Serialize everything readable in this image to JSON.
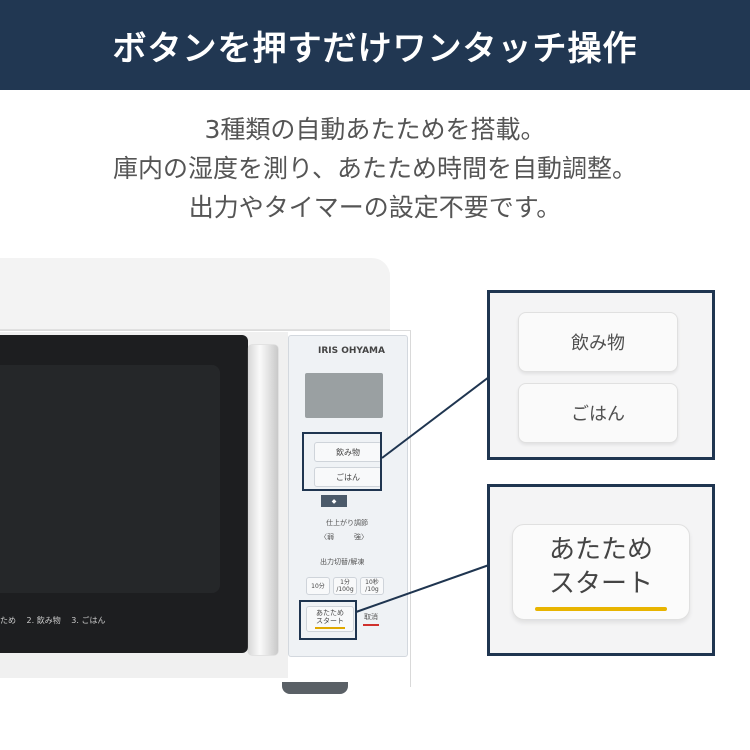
{
  "banner": {
    "title": "ボタンを押すだけワンタッチ操作",
    "bg_color": "#213752"
  },
  "description": {
    "lines": [
      "3種類の自動あたためを搭載。",
      "庫内の湿度を測り、あたため時間を自動調整。",
      "出力やタイマーの設定不要です。"
    ]
  },
  "microwave": {
    "brand": "IRIS OHYAMA",
    "menu": [
      "ため",
      "2. 飲み物",
      "3. ごはん"
    ],
    "panel": {
      "button_drink": "飲み物",
      "button_rice": "ごはん",
      "finish_label": "仕上がり調節",
      "weak": "〈弱",
      "strong": "強〉",
      "power_label": "出力切替/解凍",
      "btn_10min": "10分",
      "btn_1min_top": "1分",
      "btn_1min_bottom": "/100g",
      "btn_10sec_top": "10秒",
      "btn_10sec_bottom": "/10g",
      "start_line1": "あたため",
      "start_line2": "スタート",
      "cancel": "取消"
    }
  },
  "callout_top": {
    "button1": "飲み物",
    "button2": "ごはん"
  },
  "callout_bottom": {
    "start_line1": "あたため",
    "start_line2": "スタート",
    "accent_color": "#e8b400"
  }
}
